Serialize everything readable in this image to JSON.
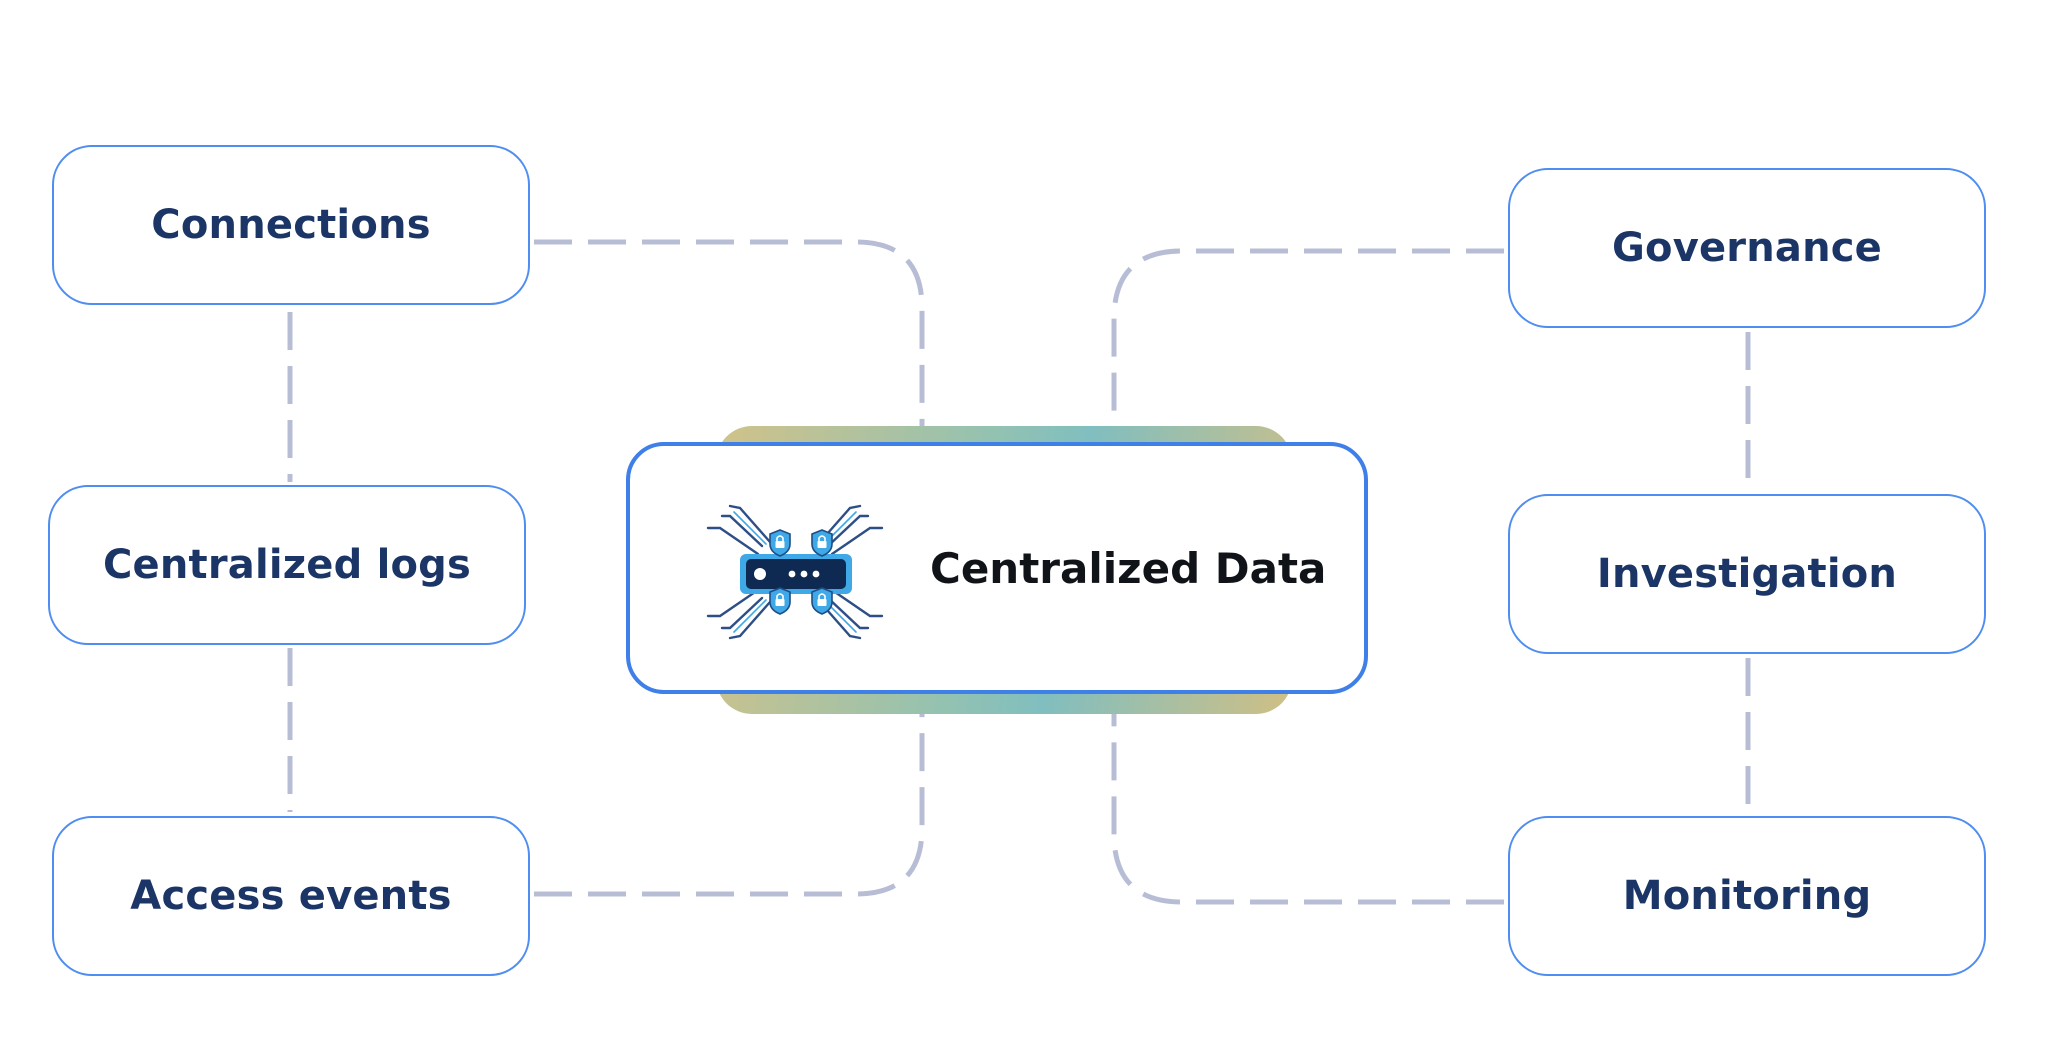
{
  "diagram": {
    "center": {
      "label": "Centralized Data",
      "icon": "server-network-lock-icon"
    },
    "left_nodes": [
      {
        "label": "Connections"
      },
      {
        "label": "Centralized logs"
      },
      {
        "label": "Access events"
      }
    ],
    "right_nodes": [
      {
        "label": "Governance"
      },
      {
        "label": "Investigation"
      },
      {
        "label": "Monitoring"
      }
    ],
    "colors": {
      "node_border": "#4f8df0",
      "node_text": "#1b3566",
      "center_border": "#3f7fe8",
      "connector": "#b8bdd6",
      "icon_primary": "#1f4d86",
      "icon_accent": "#3fa8e6"
    }
  }
}
